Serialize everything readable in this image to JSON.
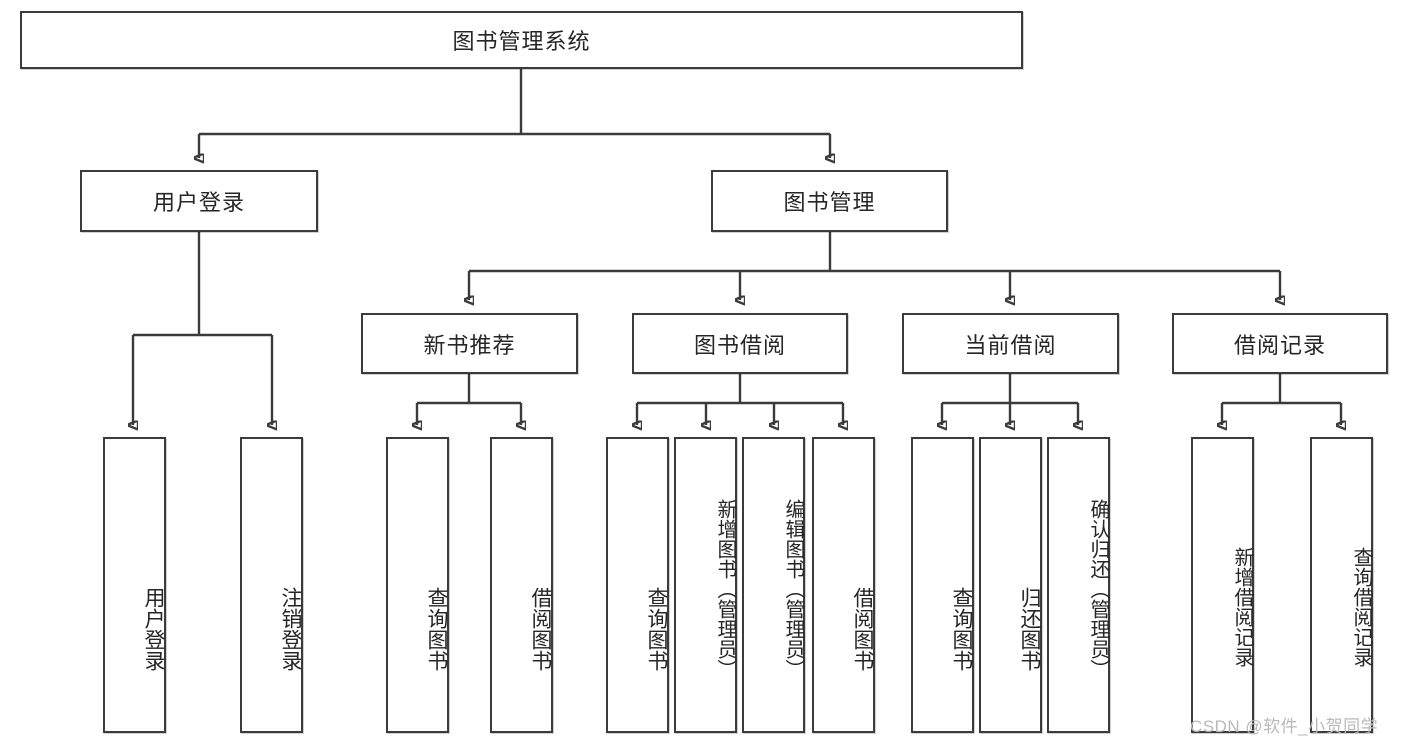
{
  "diagram": {
    "type": "tree-hierarchy",
    "title": "图书管理系统",
    "root": {
      "id": "root",
      "label": "图书管理系统"
    },
    "level2": [
      {
        "id": "user-login",
        "label": "用户登录"
      },
      {
        "id": "book-manage",
        "label": "图书管理"
      }
    ],
    "level3": [
      {
        "id": "new-book-rec",
        "label": "新书推荐",
        "parent": "book-manage"
      },
      {
        "id": "book-borrow",
        "label": "图书借阅",
        "parent": "book-manage"
      },
      {
        "id": "current-borrow",
        "label": "当前借阅",
        "parent": "book-manage"
      },
      {
        "id": "borrow-record",
        "label": "借阅记录",
        "parent": "book-manage"
      }
    ],
    "leaves": {
      "user_login": [
        {
          "id": "leaf-user-login",
          "label": "用户登录"
        },
        {
          "id": "leaf-logout",
          "label": "注销登录"
        }
      ],
      "new_book_rec": [
        {
          "id": "leaf-query-book-1",
          "label": "查询图书"
        },
        {
          "id": "leaf-borrow-book-1",
          "label": "借阅图书"
        }
      ],
      "book_borrow": [
        {
          "id": "leaf-query-book-2",
          "label": "查询图书"
        },
        {
          "id": "leaf-add-book",
          "label": "新增图书（管理员）"
        },
        {
          "id": "leaf-edit-book",
          "label": "编辑图书（管理员）"
        },
        {
          "id": "leaf-borrow-book-2",
          "label": "借阅图书"
        }
      ],
      "current_borrow": [
        {
          "id": "leaf-query-book-3",
          "label": "查询图书"
        },
        {
          "id": "leaf-return-book",
          "label": "归还图书"
        },
        {
          "id": "leaf-confirm-return",
          "label": "确认归还（管理员）"
        }
      ],
      "borrow_record": [
        {
          "id": "leaf-add-record",
          "label": "新增借阅记录"
        },
        {
          "id": "leaf-query-record",
          "label": "查询借阅记录"
        }
      ]
    }
  },
  "watermark": {
    "text": "CSDN @软件_小贺同学"
  },
  "colors": {
    "stroke": "#3b3b3b",
    "text": "#262626",
    "background": "#ffffff",
    "watermark": "#b9b9b9"
  }
}
